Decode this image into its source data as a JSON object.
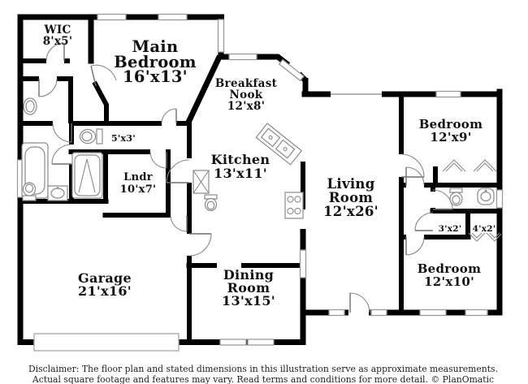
{
  "rooms": {
    "wic": {
      "lines": [
        "WIC",
        "8'x5'"
      ]
    },
    "main_bedroom": {
      "lines": [
        "Main",
        "Bedroom",
        "16'x13'"
      ]
    },
    "breakfast_nook": {
      "lines": [
        "Breakfast",
        "Nook",
        "12'x8'"
      ]
    },
    "hall_closet": {
      "lines": [
        "5'x3'"
      ]
    },
    "kitchen": {
      "lines": [
        "Kitchen",
        "13'x11'"
      ]
    },
    "laundry": {
      "lines": [
        "Lndr",
        "10'x7'"
      ]
    },
    "living_room": {
      "lines": [
        "Living",
        "Room",
        "12'x26'"
      ]
    },
    "bedroom_right_top": {
      "lines": [
        "Bedroom",
        "12'x9'"
      ]
    },
    "closet_3x2": {
      "lines": [
        "3'x2'"
      ]
    },
    "closet_4x2": {
      "lines": [
        "4'x2'"
      ]
    },
    "bedroom_right_bottom": {
      "lines": [
        "Bedroom",
        "12'x10'"
      ]
    },
    "garage": {
      "lines": [
        "Garage",
        "21'x16'"
      ]
    },
    "dining_room": {
      "lines": [
        "Dining",
        "Room",
        "13'x15'"
      ]
    }
  },
  "footer": {
    "disclaimer_line1": "Disclaimer: The floor plan and stated dimensions in this illustration serve as approximate measurements.",
    "disclaimer_line2": "Actual square footage and features may vary. Read terms and conditions for more detail. © PlanOmatic"
  },
  "colors": {
    "wall": "#000000",
    "window_outline": "#9a9a9a",
    "door_arc": "#8a8a8a",
    "text": "#111111",
    "background": "#ffffff"
  }
}
